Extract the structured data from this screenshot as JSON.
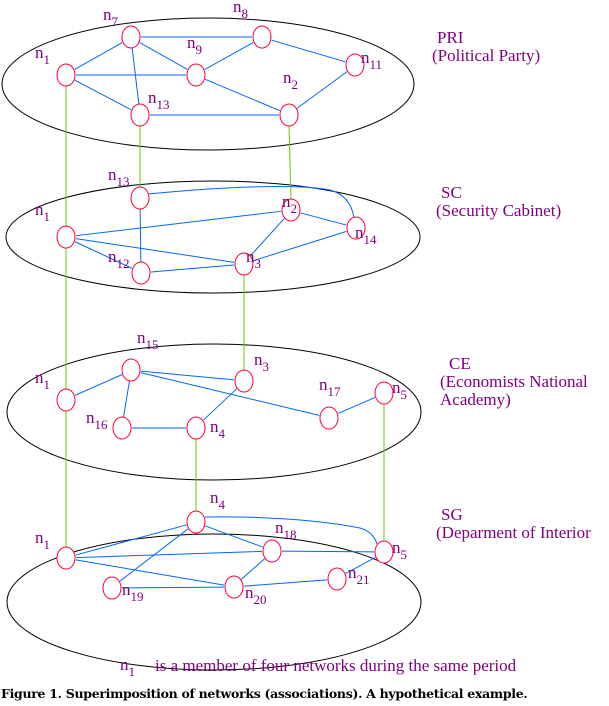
{
  "colors": {
    "label": "#800080",
    "edge": "#0066ff",
    "node": "#ff0033",
    "link": "#66cc00",
    "ellipse": "#000000"
  },
  "layers": [
    {
      "id": "PRI",
      "name": "PRI",
      "desc": [
        "(Political Party)"
      ],
      "nodes": [
        {
          "id": "n7",
          "label": "n7"
        },
        {
          "id": "n8",
          "label": "n8"
        },
        {
          "id": "n9",
          "label": "n9"
        },
        {
          "id": "n1",
          "label": "n1"
        },
        {
          "id": "n11",
          "label": "n11"
        },
        {
          "id": "n13",
          "label": "n13"
        },
        {
          "id": "n2",
          "label": "n2"
        }
      ],
      "edges": [
        [
          "n7",
          "n8"
        ],
        [
          "n7",
          "n1"
        ],
        [
          "n7",
          "n9"
        ],
        [
          "n7",
          "n13"
        ],
        [
          "n8",
          "n9"
        ],
        [
          "n8",
          "n11"
        ],
        [
          "n1",
          "n9"
        ],
        [
          "n1",
          "n13"
        ],
        [
          "n9",
          "n2"
        ],
        [
          "n13",
          "n2"
        ],
        [
          "n2",
          "n11"
        ]
      ]
    },
    {
      "id": "SC",
      "name": "SC",
      "desc": [
        "(Security Cabinet)"
      ],
      "nodes": [
        {
          "id": "n13",
          "label": "n13"
        },
        {
          "id": "n2",
          "label": "n2"
        },
        {
          "id": "n1",
          "label": "n1"
        },
        {
          "id": "n14",
          "label": "n14"
        },
        {
          "id": "n12",
          "label": "n12"
        },
        {
          "id": "n3",
          "label": "n3"
        }
      ],
      "edges": [
        [
          "n13",
          "n14"
        ],
        [
          "n1",
          "n2"
        ],
        [
          "n1",
          "n3"
        ],
        [
          "n1",
          "n12"
        ],
        [
          "n13",
          "n12"
        ],
        [
          "n12",
          "n3"
        ],
        [
          "n2",
          "n3"
        ],
        [
          "n2",
          "n14"
        ],
        [
          "n3",
          "n14"
        ]
      ]
    },
    {
      "id": "CE",
      "name": "CE",
      "desc": [
        "(Economists National",
        "Academy)"
      ],
      "nodes": [
        {
          "id": "n15",
          "label": "n15"
        },
        {
          "id": "n3",
          "label": "n3"
        },
        {
          "id": "n1",
          "label": "n1"
        },
        {
          "id": "n17",
          "label": "n17"
        },
        {
          "id": "n5",
          "label": "n5"
        },
        {
          "id": "n16",
          "label": "n16"
        },
        {
          "id": "n4",
          "label": "n4"
        }
      ],
      "edges": [
        [
          "n15",
          "n3"
        ],
        [
          "n15",
          "n1"
        ],
        [
          "n15",
          "n16"
        ],
        [
          "n15",
          "n17"
        ],
        [
          "n3",
          "n4"
        ],
        [
          "n16",
          "n4"
        ],
        [
          "n17",
          "n5"
        ]
      ]
    },
    {
      "id": "SG",
      "name": "SG",
      "desc": [
        "(Deparment of Interior"
      ],
      "nodes": [
        {
          "id": "n4",
          "label": "n4"
        },
        {
          "id": "n18",
          "label": "n18"
        },
        {
          "id": "n1",
          "label": "n1"
        },
        {
          "id": "n5",
          "label": "n5"
        },
        {
          "id": "n19",
          "label": "n19"
        },
        {
          "id": "n20",
          "label": "n20"
        },
        {
          "id": "n21",
          "label": "n21"
        }
      ],
      "edges": [
        [
          "n4",
          "n1"
        ],
        [
          "n4",
          "n18"
        ],
        [
          "n4",
          "n19"
        ],
        [
          "n4",
          "n5"
        ],
        [
          "n1",
          "n18"
        ],
        [
          "n1",
          "n20"
        ],
        [
          "n18",
          "n5"
        ],
        [
          "n18",
          "n20"
        ],
        [
          "n19",
          "n20"
        ],
        [
          "n20",
          "n21"
        ],
        [
          "n21",
          "n5"
        ]
      ]
    }
  ],
  "interlayer_links": [
    {
      "node": "n1",
      "from": "PRI",
      "to": "SG"
    },
    {
      "node": "n13",
      "from": "PRI",
      "to": "SC"
    },
    {
      "node": "n2",
      "from": "PRI",
      "to": "SC"
    },
    {
      "node": "n3",
      "from": "SC",
      "to": "CE"
    },
    {
      "node": "n4",
      "from": "CE",
      "to": "SG"
    },
    {
      "node": "n5",
      "from": "CE",
      "to": "SG"
    }
  ],
  "legend": {
    "symbol": "n1",
    "text": "is a member of four networks during the same period"
  },
  "caption": "Figure 1. Superimposition of networks (associations). A hypothetical example."
}
